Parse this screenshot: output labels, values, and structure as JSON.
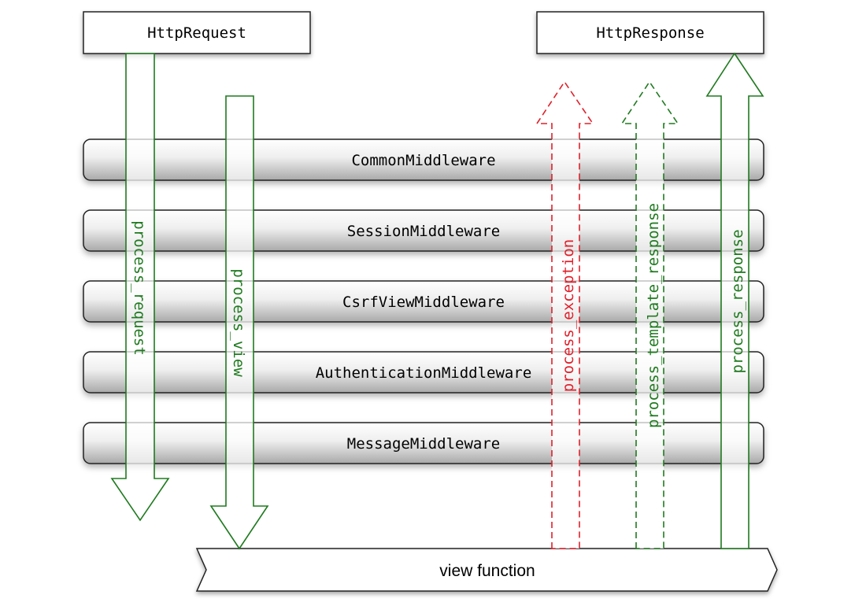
{
  "endpoints": {
    "request": "HttpRequest",
    "response": "HttpResponse"
  },
  "middleware": [
    "CommonMiddleware",
    "SessionMiddleware",
    "CsrfViewMiddleware",
    "AuthenticationMiddleware",
    "MessageMiddleware"
  ],
  "view_function": "view function",
  "hooks": {
    "process_request": "process_request",
    "process_view": "process_view",
    "process_exception": "process_exception",
    "process_template_response": "process_template_response",
    "process_response": "process_response"
  },
  "colors": {
    "green": "#1f7a1f",
    "red": "#e0202a",
    "box_border": "#222222"
  }
}
